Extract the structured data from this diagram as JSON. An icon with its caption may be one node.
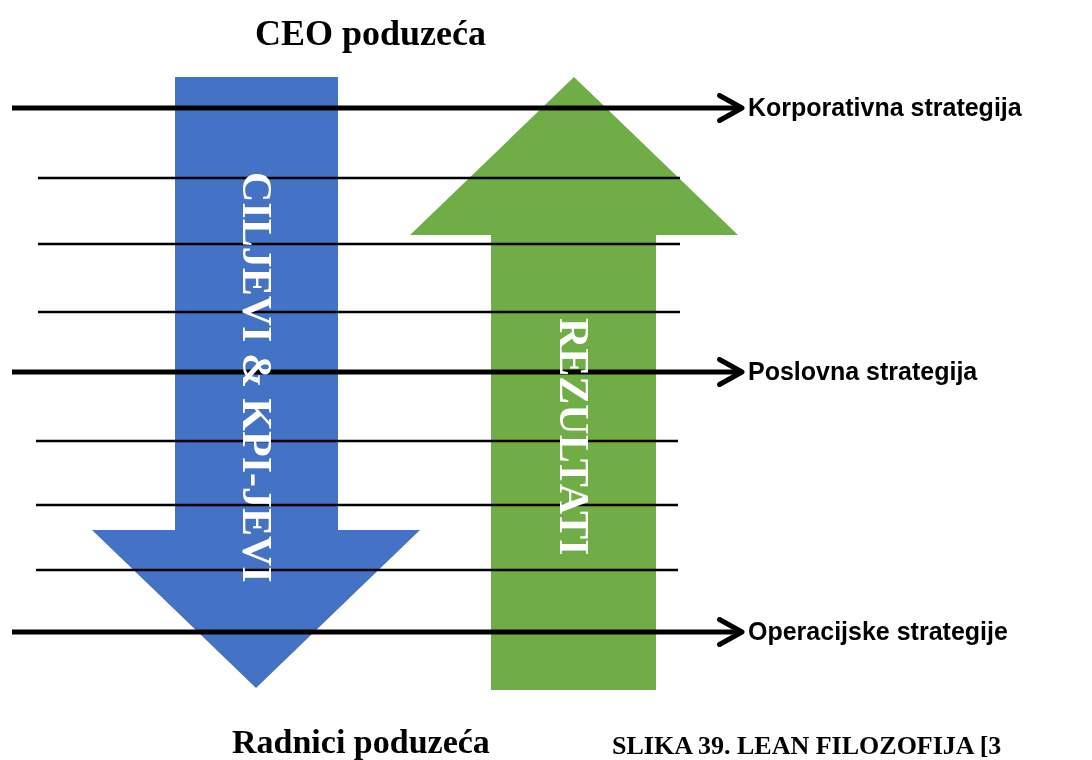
{
  "diagram": {
    "caption": "SLIKA 39. LEAN FILOZOFIJA [3",
    "nodes": [
      {
        "text": [
          "CILJEVI & KPI-JEVI"
        ]
      },
      {
        "text": [
          "REZULTATI"
        ]
      },
      {
        "text": [
          "Korporativna strategija"
        ]
      },
      {
        "text": [
          "Poslovna strategija"
        ]
      },
      {
        "text": [
          "Operacijske strategije"
        ]
      }
    ],
    "edges": [
      {
        "from": null,
        "to": 2,
        "arrow": "to"
      },
      {
        "from": null,
        "to": 3,
        "arrow": "to"
      },
      {
        "from": null,
        "to": 4,
        "arrow": "to"
      }
    ],
    "labels": [
      "CEO poduzeća",
      "Radnici poduzeća"
    ]
  }
}
